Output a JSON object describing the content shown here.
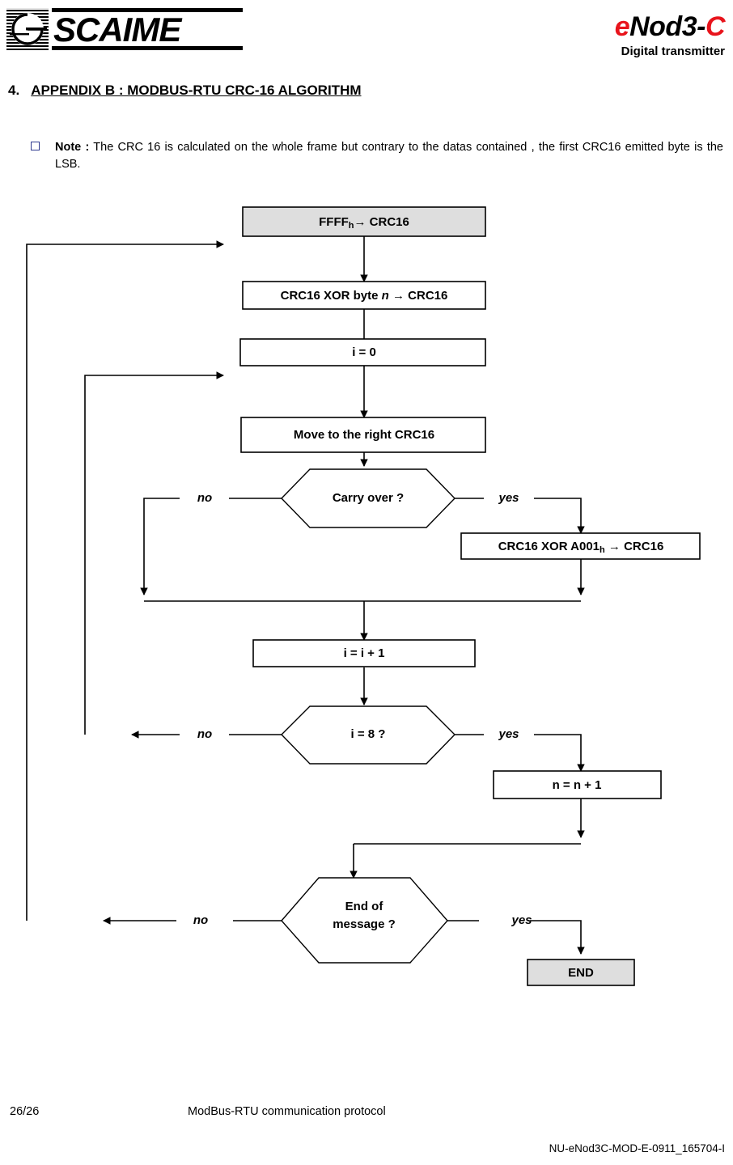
{
  "header": {
    "company_logo_text": "SCAIME",
    "product_name_parts": [
      "e",
      "Nod3-",
      "C"
    ],
    "product_name_full": "eNod3-C",
    "product_subtitle": "Digital transmitter",
    "accent_color": "#e8141c"
  },
  "section": {
    "number": "4.",
    "title": "APPENDIX B : MODBUS-RTU CRC-16 ALGORITHM"
  },
  "note": {
    "label": "Note :",
    "body": "The CRC 16 is calculated on the whole frame but contrary to the datas contained , the first CRC16 emitted byte is the LSB."
  },
  "flowchart": {
    "nodes": {
      "start": {
        "text": "FFFF",
        "sub": "h",
        "tail": "→ CRC16",
        "shape": "process",
        "fill": "#dedede"
      },
      "xor_byte": {
        "pre": "CRC16 XOR byte ",
        "ital": "n",
        "tail": " → CRC16",
        "shape": "process",
        "fill": "#ffffff"
      },
      "i_init": {
        "text": "i = 0",
        "shape": "process",
        "fill": "#ffffff"
      },
      "shift": {
        "text": "Move to the right CRC16",
        "shape": "process",
        "fill": "#ffffff"
      },
      "carry": {
        "text": "Carry over ?",
        "shape": "decision"
      },
      "xor_a001": {
        "pre": "CRC16 XOR A001",
        "sub": "h",
        "tail": " →  CRC16",
        "shape": "process",
        "fill": "#ffffff"
      },
      "i_inc": {
        "text": "i = i + 1",
        "shape": "process",
        "fill": "#ffffff"
      },
      "i_eight": {
        "text": "i = 8 ?",
        "shape": "decision"
      },
      "n_inc": {
        "text": "n = n + 1",
        "shape": "process",
        "fill": "#ffffff"
      },
      "end_of_msg": {
        "line1": "End of",
        "line2": "message ?",
        "shape": "decision"
      },
      "end": {
        "text": "END",
        "shape": "process",
        "fill": "#dedede"
      }
    },
    "branch_labels": {
      "carry_no": "no",
      "carry_yes": "yes",
      "i_eight_no": "no",
      "i_eight_yes": "yes",
      "end_of_msg_no": "no",
      "end_of_msg_yes": "yes"
    }
  },
  "footer": {
    "page_number": "26/26",
    "document_title": "ModBus-RTU communication protocol",
    "reference": "NU-eNod3C-MOD-E-0911_165704-I"
  }
}
